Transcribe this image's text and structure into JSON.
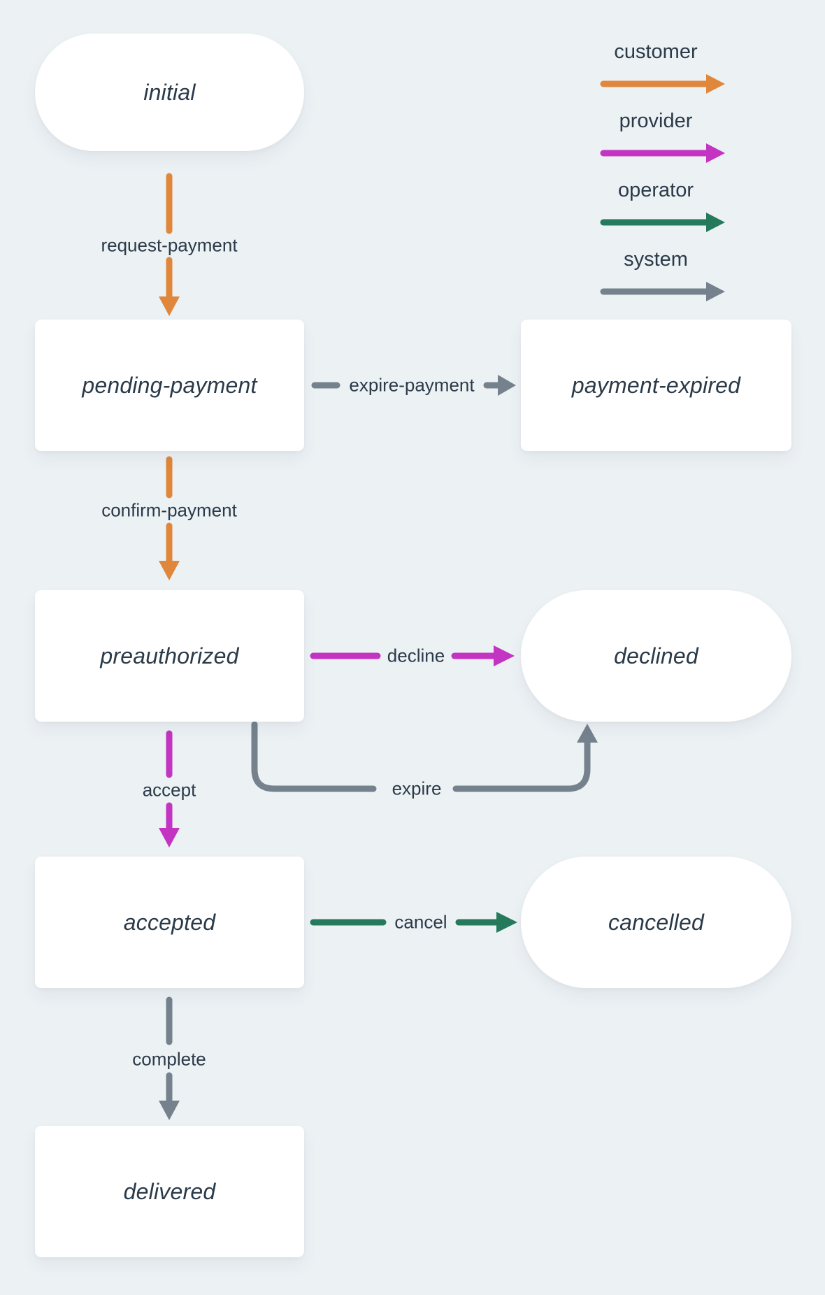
{
  "diagram": {
    "type": "state-machine",
    "nodes": [
      {
        "id": "initial",
        "label": "initial",
        "shape": "pill"
      },
      {
        "id": "pending-payment",
        "label": "pending-payment",
        "shape": "rect"
      },
      {
        "id": "payment-expired",
        "label": "payment-expired",
        "shape": "rect"
      },
      {
        "id": "preauthorized",
        "label": "preauthorized",
        "shape": "rect"
      },
      {
        "id": "declined",
        "label": "declined",
        "shape": "pill"
      },
      {
        "id": "accepted",
        "label": "accepted",
        "shape": "rect"
      },
      {
        "id": "cancelled",
        "label": "cancelled",
        "shape": "pill"
      },
      {
        "id": "delivered",
        "label": "delivered",
        "shape": "rect"
      }
    ],
    "edges": [
      {
        "label": "request-payment",
        "actor": "customer",
        "from": "initial",
        "to": "pending-payment"
      },
      {
        "label": "expire-payment",
        "actor": "system",
        "from": "pending-payment",
        "to": "payment-expired"
      },
      {
        "label": "confirm-payment",
        "actor": "customer",
        "from": "pending-payment",
        "to": "preauthorized"
      },
      {
        "label": "decline",
        "actor": "provider",
        "from": "preauthorized",
        "to": "declined"
      },
      {
        "label": "expire",
        "actor": "system",
        "from": "preauthorized",
        "to": "declined"
      },
      {
        "label": "accept",
        "actor": "provider",
        "from": "preauthorized",
        "to": "accepted"
      },
      {
        "label": "cancel",
        "actor": "operator",
        "from": "accepted",
        "to": "cancelled"
      },
      {
        "label": "complete",
        "actor": "system",
        "from": "accepted",
        "to": "delivered"
      }
    ],
    "legend": [
      {
        "label": "customer",
        "color": "#E0873B"
      },
      {
        "label": "provider",
        "color": "#C334C3"
      },
      {
        "label": "operator",
        "color": "#257A5B"
      },
      {
        "label": "system",
        "color": "#75828E"
      }
    ],
    "colors": {
      "background": "#ECF1F4",
      "node_fill": "#FFFFFF",
      "text": "#2B3A49",
      "customer": "#E0873B",
      "provider": "#C334C3",
      "operator": "#257A5B",
      "system": "#75828E"
    }
  }
}
